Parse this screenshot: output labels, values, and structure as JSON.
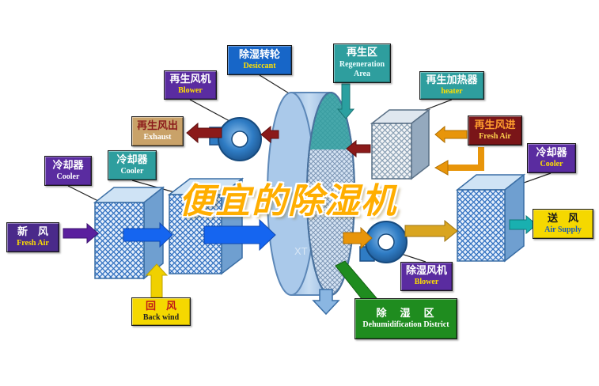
{
  "title": "便宜的除湿机",
  "watermark": "XT",
  "labels": {
    "desiccant": {
      "zh": "除湿转轮",
      "en": "Desiccant"
    },
    "regen_area": {
      "zh": "再生区",
      "en": "Regeneration Area"
    },
    "regen_blower": {
      "zh": "再生风机",
      "en": "Blower"
    },
    "regen_heater": {
      "zh": "再生加热器",
      "en": "heater"
    },
    "exhaust": {
      "zh": "再生风出",
      "en": "Exhaust"
    },
    "regen_fresh_air": {
      "zh": "再生风进",
      "en": "Fresh Air"
    },
    "cooler_left_outer": {
      "zh": "冷却器",
      "en": "Cooler"
    },
    "cooler_left_inner": {
      "zh": "冷却器",
      "en": "Cooler"
    },
    "cooler_right": {
      "zh": "冷却器",
      "en": "Cooler"
    },
    "fresh_air_in": {
      "zh": "新　风",
      "en": "Fresh Air"
    },
    "air_supply": {
      "zh": "送　风",
      "en": "Air Supply"
    },
    "back_wind": {
      "zh": "回　风",
      "en": "Back wind"
    },
    "dehumid_blower": {
      "zh": "除湿风机",
      "en": "Blower"
    },
    "dehumid_district": {
      "zh": "除　湿　区",
      "en": "Dehumidification District"
    }
  },
  "colors": {
    "blue_label": "#1766c8",
    "teal_label": "#2e9e9e",
    "purple_label": "#5a2ca0",
    "tan_label": "#c9a269",
    "dark_red_label": "#7a1518",
    "yellow_label": "#f5d800",
    "green_label": "#1f8c1f",
    "arrow_blue": "#1565f0",
    "arrow_purple": "#5a1f9e",
    "arrow_dark_red": "#8b1a1a",
    "arrow_orange": "#e8950a",
    "arrow_gold": "#d9a520",
    "arrow_teal": "#19b0b0",
    "arrow_yellow": "#f0d000",
    "title_color": "#ffae00"
  }
}
